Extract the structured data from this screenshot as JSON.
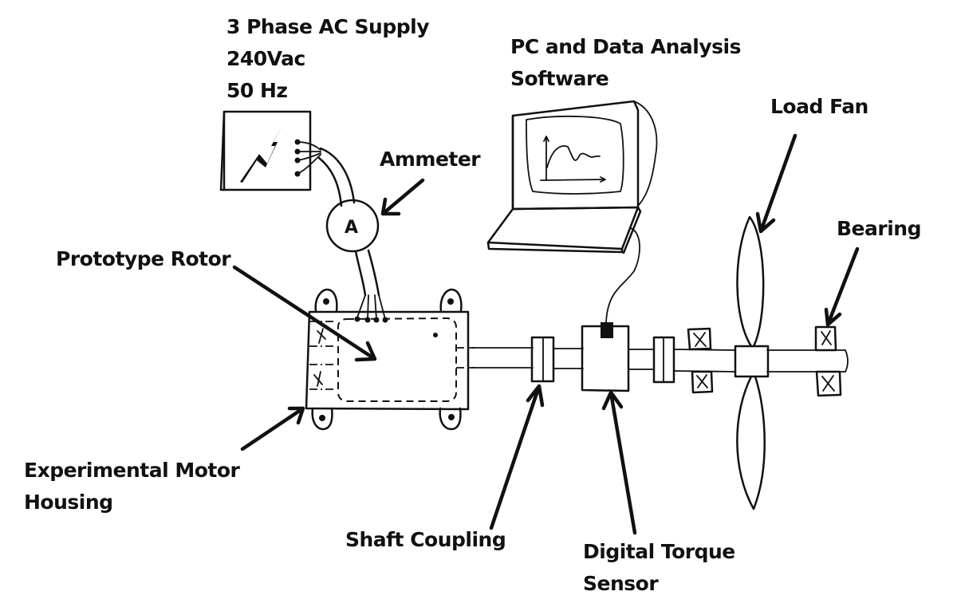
{
  "diagram": {
    "type": "hand-drawn experimental motor test rig schematic",
    "labels": {
      "supply": [
        "3 Phase AC Supply",
        "240Vac",
        "50 Hz"
      ],
      "pc": [
        "PC and Data Analysis",
        "Software"
      ],
      "ammeter": "Ammeter",
      "ammeter_symbol": "A",
      "load_fan": "Load Fan",
      "bearing": "Bearing",
      "prototype_rotor": "Prototype Rotor",
      "motor_housing": [
        "Experimental Motor",
        "Housing"
      ],
      "shaft_coupling": "Shaft Coupling",
      "torque_sensor": [
        "Digital Torque",
        "Sensor"
      ]
    },
    "components": [
      "3 Phase AC Supply",
      "Ammeter",
      "Experimental Motor Housing",
      "Prototype Rotor",
      "Shaft Coupling",
      "Digital Torque Sensor",
      "Shaft Coupling",
      "Bearing",
      "Load Fan",
      "Bearing",
      "PC and Data Analysis Software"
    ],
    "connections": [
      {
        "from": "3 Phase AC Supply",
        "to": "Ammeter"
      },
      {
        "from": "Ammeter",
        "to": "Experimental Motor Housing"
      },
      {
        "from": "Experimental Motor Housing",
        "to": "Shaft Coupling"
      },
      {
        "from": "Shaft Coupling",
        "to": "Digital Torque Sensor"
      },
      {
        "from": "Digital Torque Sensor",
        "to": "Shaft Coupling"
      },
      {
        "from": "Shaft Coupling",
        "to": "Load Fan"
      },
      {
        "from": "Digital Torque Sensor",
        "to": "PC and Data Analysis Software"
      }
    ],
    "colors": {
      "ink": "#111111",
      "background": "#ffffff"
    }
  }
}
